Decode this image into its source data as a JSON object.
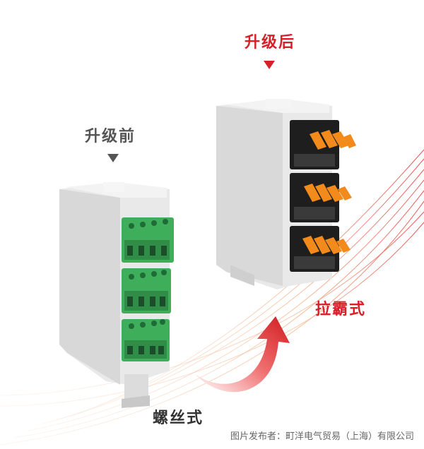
{
  "labels": {
    "after_upgrade": "升级后",
    "before_upgrade": "升级前",
    "push_type": "拉霸式",
    "screw_type": "螺丝式"
  },
  "credit": "图片发布者：町洋电气贸易（上海）有限公司",
  "colors": {
    "red_label": "#d8202a",
    "gray_label": "#555555",
    "green_terminal": "#3fae5a",
    "black_terminal": "#1e1e1e",
    "orange_lever": "#f28a1c",
    "housing": "#e6e6e6"
  }
}
